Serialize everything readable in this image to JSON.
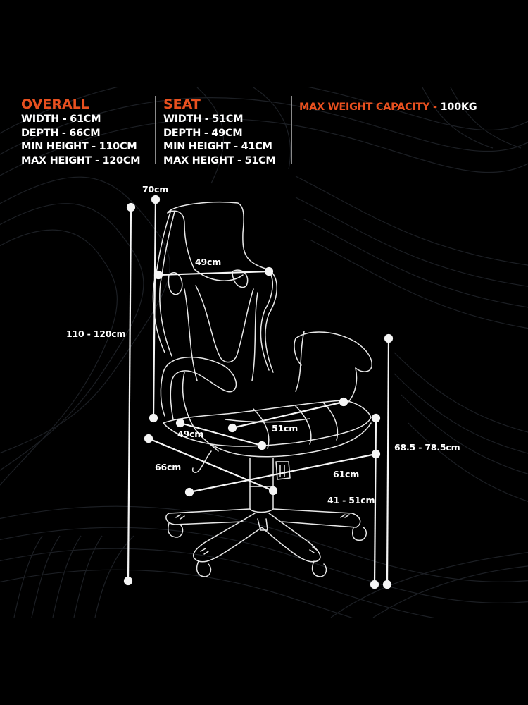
{
  "specs": {
    "overall": {
      "title": "OVERALL",
      "rows": [
        "WIDTH - 61CM",
        "DEPTH - 66CM",
        "MIN HEIGHT  - 110CM",
        "MAX HEIGHT - 120CM"
      ]
    },
    "seat": {
      "title": "SEAT",
      "rows": [
        "WIDTH - 51CM",
        "DEPTH - 49CM",
        "MIN HEIGHT  - 41CM",
        "MAX HEIGHT - 51CM"
      ]
    },
    "max_weight": {
      "label": "MAX WEIGHT CAPACITY - ",
      "value": "100KG"
    }
  },
  "diagram": {
    "labels": {
      "backrest_height": "70cm",
      "backrest_width": "49cm",
      "total_height": "110 - 120cm",
      "seat_depth": "49cm",
      "seat_width": "51cm",
      "overall_depth": "66cm",
      "overall_width": "61cm",
      "seat_height": "41 - 51cm",
      "armrest_height": "68.5 - 78.5cm"
    }
  },
  "colors": {
    "accent": "#e8501f",
    "text": "#ffffff",
    "background": "#000000",
    "contour": "#1c1f24"
  }
}
